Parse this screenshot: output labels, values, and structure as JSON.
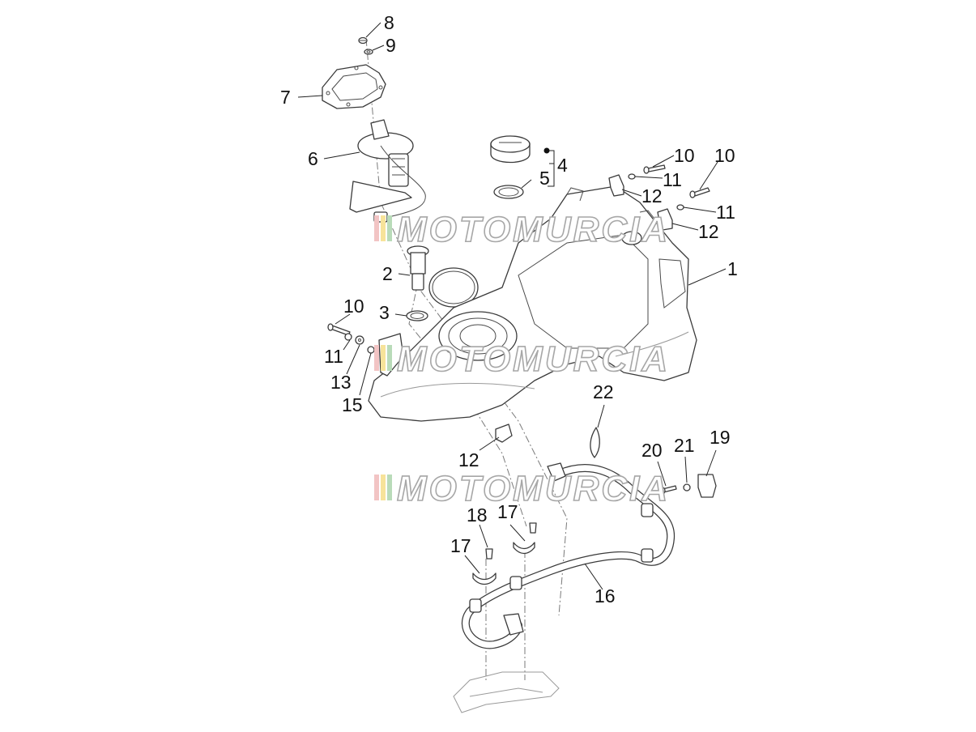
{
  "diagram": {
    "callouts": [
      {
        "id": "c8",
        "text": "8"
      },
      {
        "id": "c9",
        "text": "9"
      },
      {
        "id": "c7",
        "text": "7"
      },
      {
        "id": "c6",
        "text": "6"
      },
      {
        "id": "c4",
        "text": "4"
      },
      {
        "id": "c5",
        "text": "5"
      },
      {
        "id": "c10a",
        "text": "10"
      },
      {
        "id": "c10b",
        "text": "10"
      },
      {
        "id": "c11a",
        "text": "11"
      },
      {
        "id": "c11b",
        "text": "11"
      },
      {
        "id": "c12a",
        "text": "12"
      },
      {
        "id": "c12b",
        "text": "12"
      },
      {
        "id": "c1",
        "text": "1"
      },
      {
        "id": "c2",
        "text": "2"
      },
      {
        "id": "c3",
        "text": "3"
      },
      {
        "id": "c10c",
        "text": "10"
      },
      {
        "id": "c11c",
        "text": "11"
      },
      {
        "id": "c13",
        "text": "13"
      },
      {
        "id": "c15",
        "text": "15"
      },
      {
        "id": "c22",
        "text": "22"
      },
      {
        "id": "c12c",
        "text": "12"
      },
      {
        "id": "c20",
        "text": "20"
      },
      {
        "id": "c21",
        "text": "21"
      },
      {
        "id": "c19",
        "text": "19"
      },
      {
        "id": "c18",
        "text": "18"
      },
      {
        "id": "c17a",
        "text": "17"
      },
      {
        "id": "c17b",
        "text": "17"
      },
      {
        "id": "c16",
        "text": "16"
      }
    ],
    "watermark": "MOTOMURCIA"
  }
}
